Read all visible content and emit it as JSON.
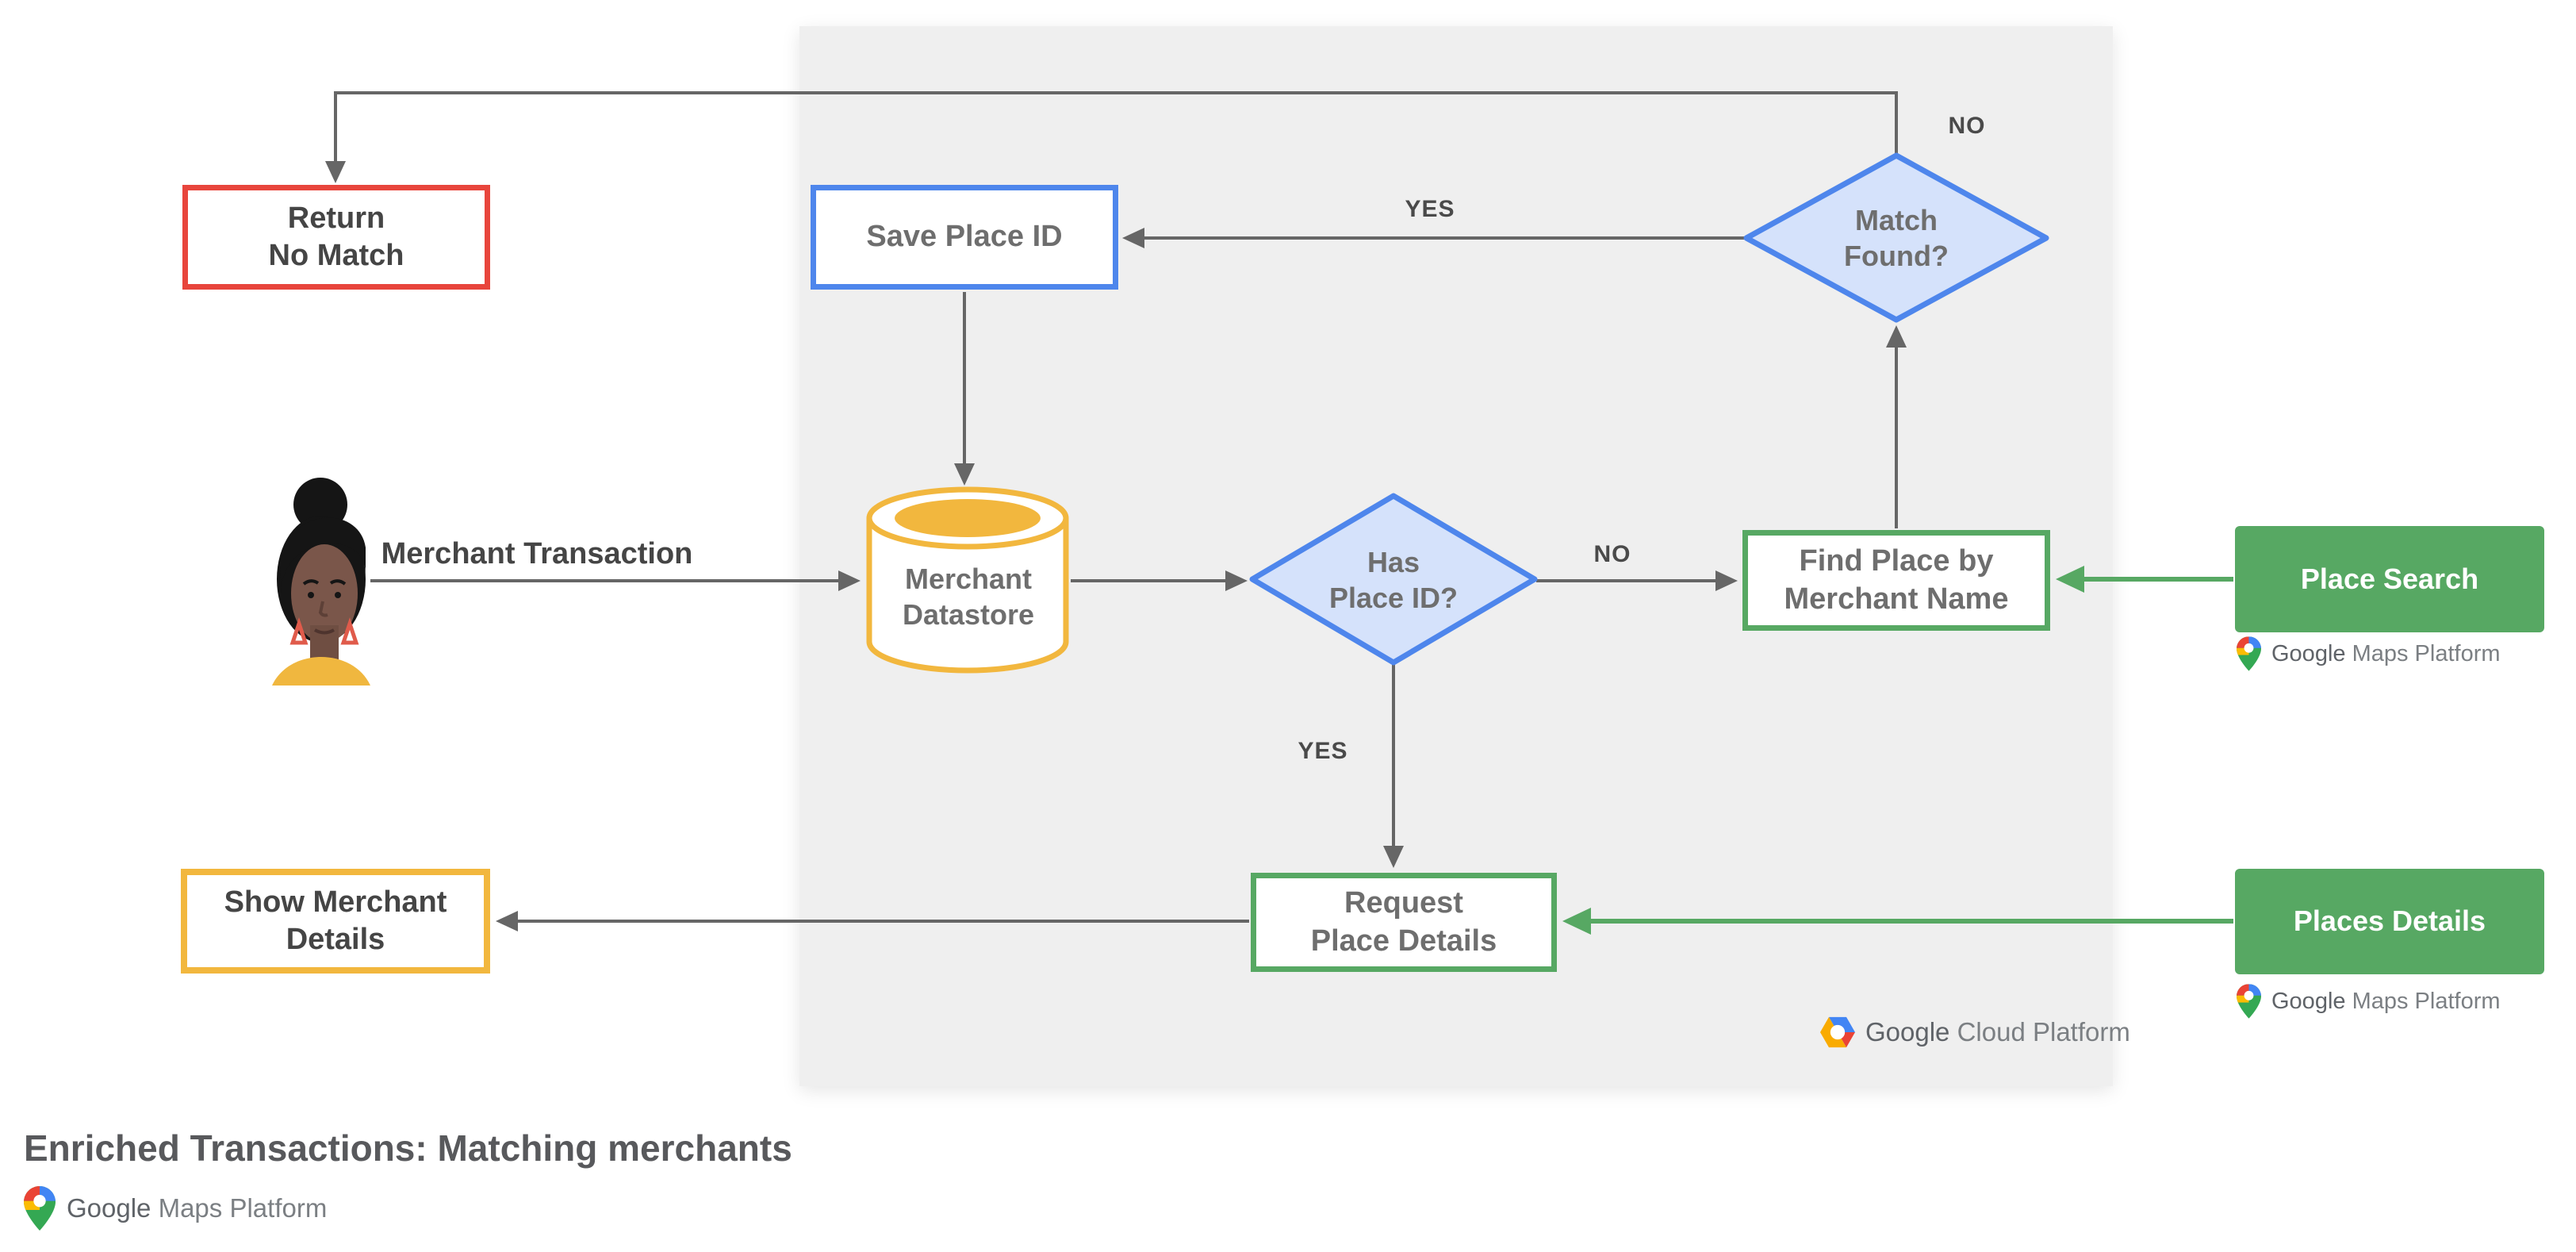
{
  "title": "Enriched Transactions: Matching merchants",
  "nodes": {
    "return_no_match": {
      "label": "Return\nNo Match"
    },
    "save_place_id": {
      "label": "Save Place ID"
    },
    "match_found": {
      "label": "Match\nFound?"
    },
    "merchant_datastore": {
      "label": "Merchant\nDatastore"
    },
    "has_place_id": {
      "label": "Has\nPlace ID?"
    },
    "find_place": {
      "label": "Find Place by\nMerchant Name"
    },
    "place_search": {
      "label": "Place Search"
    },
    "request_place_details": {
      "label": "Request\nPlace Details"
    },
    "places_details": {
      "label": "Places Details"
    },
    "show_merchant_details": {
      "label": "Show Merchant\nDetails"
    }
  },
  "edges": {
    "merchant_transaction": "Merchant Transaction",
    "match_found_yes": "YES",
    "match_found_no": "NO",
    "has_place_id_yes": "YES",
    "has_place_id_no": "NO"
  },
  "branding": {
    "google": "Google",
    "maps_platform": "Maps Platform",
    "cloud_platform": "Cloud Platform"
  },
  "colors": {
    "red": "#E8453C",
    "blue": "#4E86EC",
    "blue_fill": "#D5E2FB",
    "yellow": "#F2B73E",
    "green": "#57A863",
    "arrow_gray": "#666666",
    "panel_gray": "#EFEFEF"
  }
}
